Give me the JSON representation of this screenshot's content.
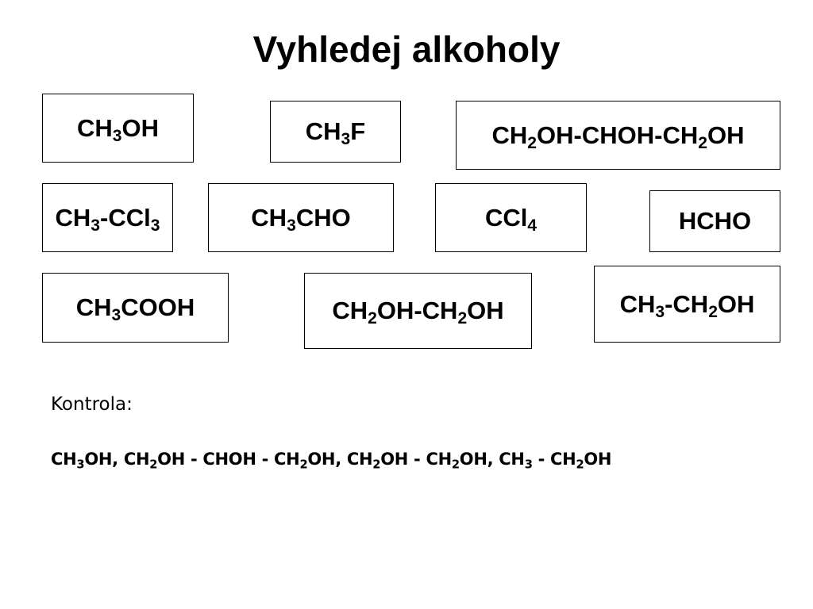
{
  "slide": {
    "title": "Vyhledej alkoholy",
    "formulas": [
      {
        "parts": [
          {
            "t": "CH"
          },
          {
            "t": "3",
            "sub": true
          },
          {
            "t": "OH"
          }
        ]
      },
      {
        "parts": [
          {
            "t": "CH"
          },
          {
            "t": "3",
            "sub": true
          },
          {
            "t": "F"
          }
        ]
      },
      {
        "parts": [
          {
            "t": "CH"
          },
          {
            "t": "2",
            "sub": true
          },
          {
            "t": "OH-CHOH-CH"
          },
          {
            "t": "2",
            "sub": true
          },
          {
            "t": "OH"
          }
        ]
      },
      {
        "parts": [
          {
            "t": "CH"
          },
          {
            "t": "3",
            "sub": true
          },
          {
            "t": "-CCl"
          },
          {
            "t": "3",
            "sub": true
          }
        ]
      },
      {
        "parts": [
          {
            "t": "CH"
          },
          {
            "t": "3",
            "sub": true
          },
          {
            "t": "CHO"
          }
        ]
      },
      {
        "parts": [
          {
            "t": "CCl"
          },
          {
            "t": "4",
            "sub": true
          }
        ]
      },
      {
        "parts": [
          {
            "t": "HCHO"
          }
        ]
      },
      {
        "parts": [
          {
            "t": "CH"
          },
          {
            "t": "3",
            "sub": true
          },
          {
            "t": "COOH"
          }
        ]
      },
      {
        "parts": [
          {
            "t": "CH"
          },
          {
            "t": "2",
            "sub": true
          },
          {
            "t": "OH-CH"
          },
          {
            "t": "2",
            "sub": true
          },
          {
            "t": "OH"
          }
        ]
      },
      {
        "parts": [
          {
            "t": "CH"
          },
          {
            "t": "3",
            "sub": true
          },
          {
            "t": "-CH"
          },
          {
            "t": "2",
            "sub": true
          },
          {
            "t": "OH"
          }
        ]
      }
    ],
    "check_label": "Kontrola:",
    "answer": {
      "parts": [
        {
          "t": "CH"
        },
        {
          "t": "3",
          "sub": true
        },
        {
          "t": "OH, CH"
        },
        {
          "t": "2",
          "sub": true
        },
        {
          "t": "OH - CHOH - CH"
        },
        {
          "t": "2",
          "sub": true
        },
        {
          "t": "OH, CH"
        },
        {
          "t": "2",
          "sub": true
        },
        {
          "t": "OH - CH"
        },
        {
          "t": "2",
          "sub": true
        },
        {
          "t": "OH, CH"
        },
        {
          "t": "3",
          "sub": true
        },
        {
          "t": " - CH"
        },
        {
          "t": "2",
          "sub": true
        },
        {
          "t": "OH"
        }
      ]
    }
  }
}
